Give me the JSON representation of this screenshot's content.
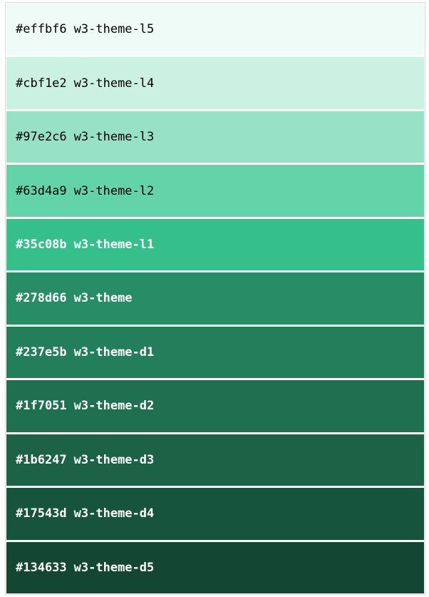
{
  "swatches": [
    {
      "hex": "#effbf6",
      "class_name": "w3-theme-l5",
      "text_color": "#000000"
    },
    {
      "hex": "#cbf1e2",
      "class_name": "w3-theme-l4",
      "text_color": "#000000"
    },
    {
      "hex": "#97e2c6",
      "class_name": "w3-theme-l3",
      "text_color": "#000000"
    },
    {
      "hex": "#63d4a9",
      "class_name": "w3-theme-l2",
      "text_color": "#000000"
    },
    {
      "hex": "#35c08b",
      "class_name": "w3-theme-l1",
      "text_color": "#ffffff"
    },
    {
      "hex": "#278d66",
      "class_name": "w3-theme",
      "text_color": "#ffffff"
    },
    {
      "hex": "#237e5b",
      "class_name": "w3-theme-d1",
      "text_color": "#ffffff"
    },
    {
      "hex": "#1f7051",
      "class_name": "w3-theme-d2",
      "text_color": "#ffffff"
    },
    {
      "hex": "#1b6247",
      "class_name": "w3-theme-d3",
      "text_color": "#ffffff"
    },
    {
      "hex": "#17543d",
      "class_name": "w3-theme-d4",
      "text_color": "#ffffff"
    },
    {
      "hex": "#134633",
      "class_name": "w3-theme-d5",
      "text_color": "#ffffff"
    }
  ]
}
